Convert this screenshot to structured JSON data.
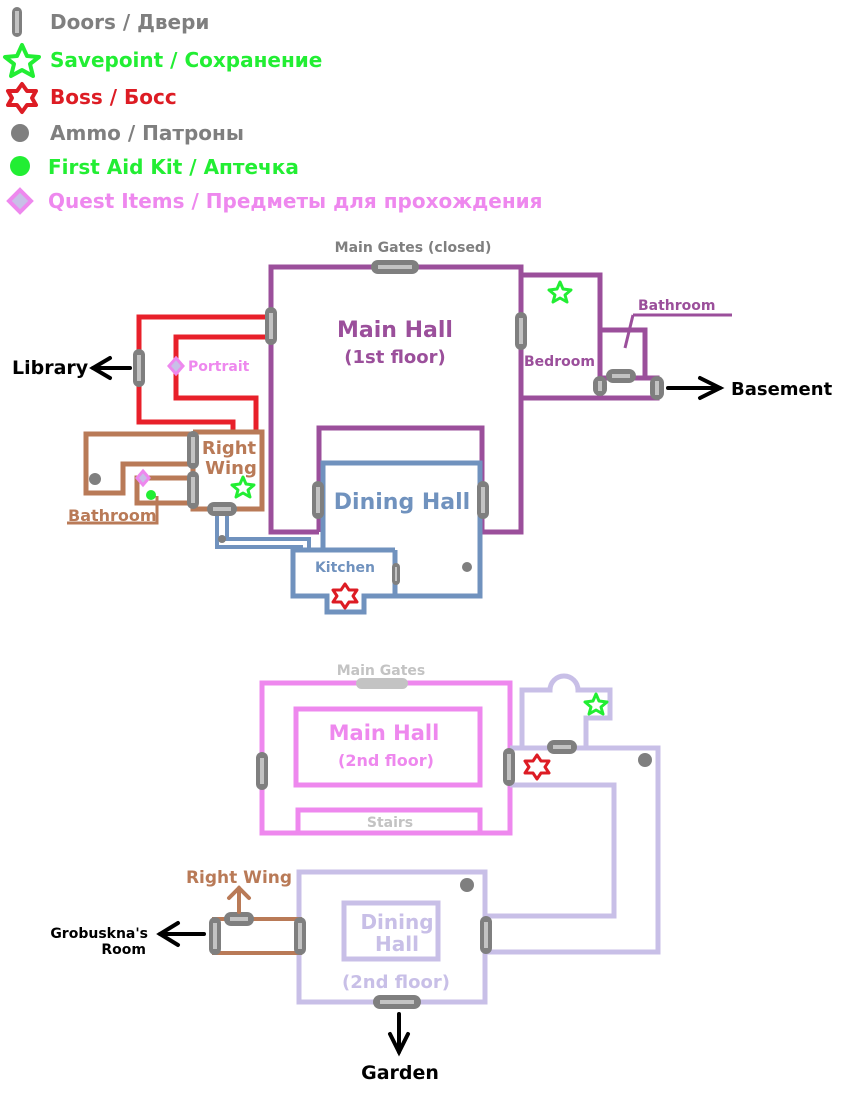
{
  "colors": {
    "door_outer": "#7f7f7f",
    "door_inner": "#c3c3c3",
    "savepoint": "#22ee33",
    "boss": "#dd1c24",
    "ammo": "#7f7f7f",
    "first_aid": "#22ee33",
    "quest": "#ee88ee",
    "quest_inner": "#c8bfe7",
    "main_hall_1": "#9b4f9b",
    "red_corridor": "#e8202a",
    "right_wing": "#b97a57",
    "dining_1": "#7092be",
    "main_hall_2": "#ee88ee",
    "lavender": "#c8bfe7",
    "gates_2": "#c3c3c3",
    "text_black": "#000000"
  },
  "legend": [
    {
      "icon": "door-icon",
      "label": "Doors / Двери"
    },
    {
      "icon": "savepoint-star-icon",
      "label": "Savepoint / Сохранение"
    },
    {
      "icon": "boss-hexagram-icon",
      "label": "Boss / Босс"
    },
    {
      "icon": "ammo-dot-icon",
      "label": "Ammo / Патроны"
    },
    {
      "icon": "first-aid-dot-icon",
      "label": "First Aid Kit / Аптечка"
    },
    {
      "icon": "quest-diamond-icon",
      "label": "Quest Items / Предметы для прохождения"
    }
  ],
  "floor1": {
    "main_gates": "Main Gates (closed)",
    "main_hall": "Main Hall",
    "main_hall_sub": "(1st floor)",
    "bedroom": "Bedroom",
    "bathroom_right": "Bathroom",
    "basement": "Basement",
    "library": "Library",
    "portrait": "Portrait",
    "right_wing_1": "Right",
    "right_wing_2": "Wing",
    "bathroom_left": "Bathroom",
    "dining_hall": "Dining Hall",
    "kitchen": "Kitchen"
  },
  "floor2": {
    "main_gates": "Main Gates",
    "main_hall": "Main Hall",
    "main_hall_sub": "(2nd floor)",
    "stairs": "Stairs",
    "right_wing": "Right Wing",
    "grobuskna_1": "Grobuskna's",
    "grobuskna_2": "Room",
    "dining_1": "Dining",
    "dining_2": "Hall",
    "dining_sub": "(2nd floor)",
    "garden": "Garden"
  }
}
